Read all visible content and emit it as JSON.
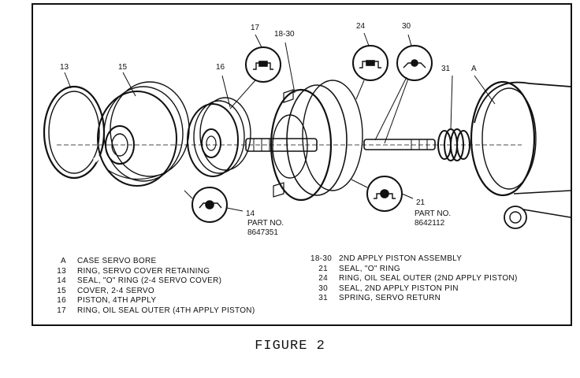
{
  "figure": {
    "caption": "FIGURE 2",
    "callouts": {
      "c13": "13",
      "c15": "15",
      "c16": "16",
      "c17": "17",
      "c1830": "18-30",
      "c24": "24",
      "c30": "30",
      "c31": "31",
      "cA": "A",
      "c14": "14",
      "c21": "21"
    },
    "part_numbers": {
      "left_label": "PART NO.",
      "left_value": "8647351",
      "right_label": "PART NO.",
      "right_value": "8642112"
    },
    "legend_left": [
      {
        "key": "A",
        "text": "CASE SERVO BORE"
      },
      {
        "key": "13",
        "text": "RING, SERVO COVER RETAINING"
      },
      {
        "key": "14",
        "text": "SEAL, \"O\" RING (2-4 SERVO COVER)"
      },
      {
        "key": "15",
        "text": "COVER, 2-4 SERVO"
      },
      {
        "key": "16",
        "text": "PISTON, 4TH APPLY"
      },
      {
        "key": "17",
        "text": "RING, OIL SEAL OUTER (4TH APPLY PISTON)"
      }
    ],
    "legend_right": [
      {
        "key": "18-30",
        "text": "2ND APPLY PISTON ASSEMBLY"
      },
      {
        "key": "21",
        "text": "SEAL, \"O\" RING"
      },
      {
        "key": "24",
        "text": "RING, OIL SEAL OUTER (2ND APPLY PISTON)"
      },
      {
        "key": "30",
        "text": "SEAL, 2ND APPLY PISTON PIN"
      },
      {
        "key": "31",
        "text": "SPRING, SERVO RETURN"
      }
    ]
  }
}
